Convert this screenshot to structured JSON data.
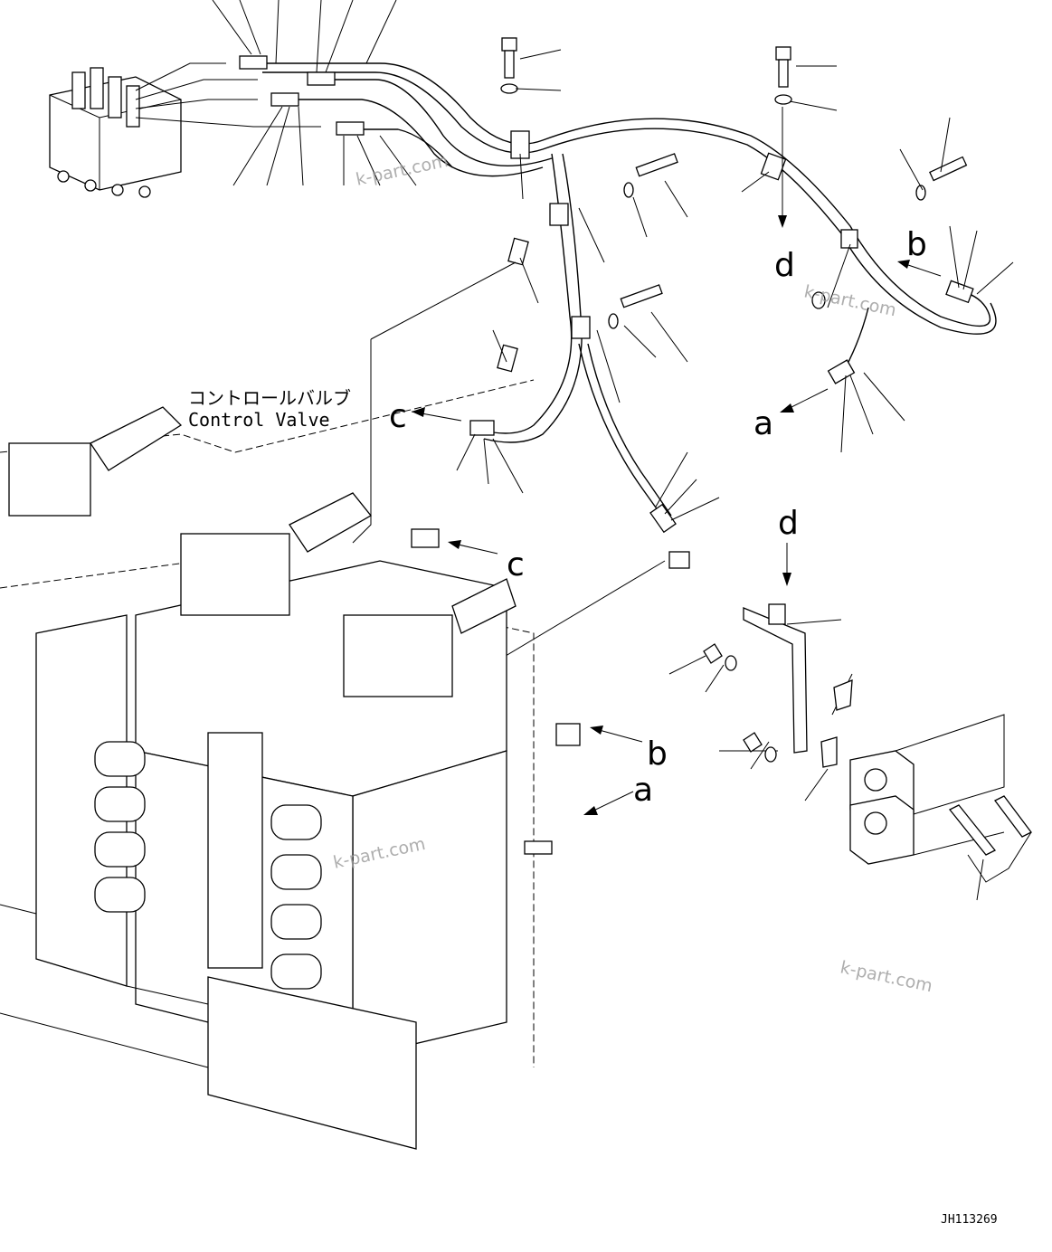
{
  "diagram": {
    "component_label_jp": "コントロールバルブ",
    "component_label_en": "Control Valve",
    "drawing_number": "JH113269",
    "connection_labels": {
      "a": "a",
      "b": "b",
      "c": "c",
      "d": "d"
    },
    "watermark": "k-part.com"
  }
}
